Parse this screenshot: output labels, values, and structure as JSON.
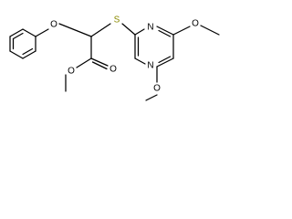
{
  "molecule": {
    "atoms": {
      "o_phenoxy": "O",
      "s_thio": "S",
      "n_top": "N",
      "n_bottom": "N",
      "o_methoxy_top": "O",
      "o_methoxy_bottom": "O",
      "o_carbonyl": "O",
      "o_ester": "O"
    },
    "colors": {
      "bond": "#000000",
      "sulfur": "#8a8a00",
      "text": "#000000",
      "background": "#ffffff"
    }
  }
}
